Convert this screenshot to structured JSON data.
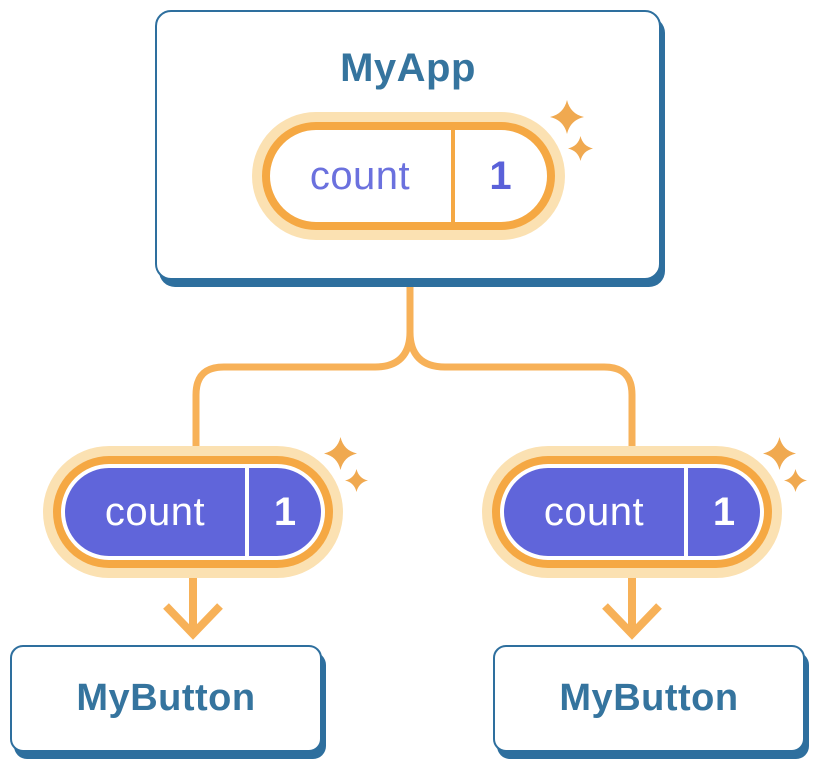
{
  "diagram": {
    "root": {
      "title": "MyApp",
      "state": {
        "name": "count",
        "value": "1"
      }
    },
    "children": [
      {
        "title": "MyButton",
        "state": {
          "name": "count",
          "value": "1"
        }
      },
      {
        "title": "MyButton",
        "state": {
          "name": "count",
          "value": "1"
        }
      }
    ]
  },
  "colors": {
    "blue": "#2E6F9E",
    "blue-text": "#35749E",
    "ring": "#F5A843",
    "halo": "#FBE1B2",
    "orange-line": "#F7B158",
    "sparkle": "#F0A950",
    "purple": "#6065DA",
    "purple-text": "#6B71DE",
    "purple-bold": "#5A61D9"
  }
}
